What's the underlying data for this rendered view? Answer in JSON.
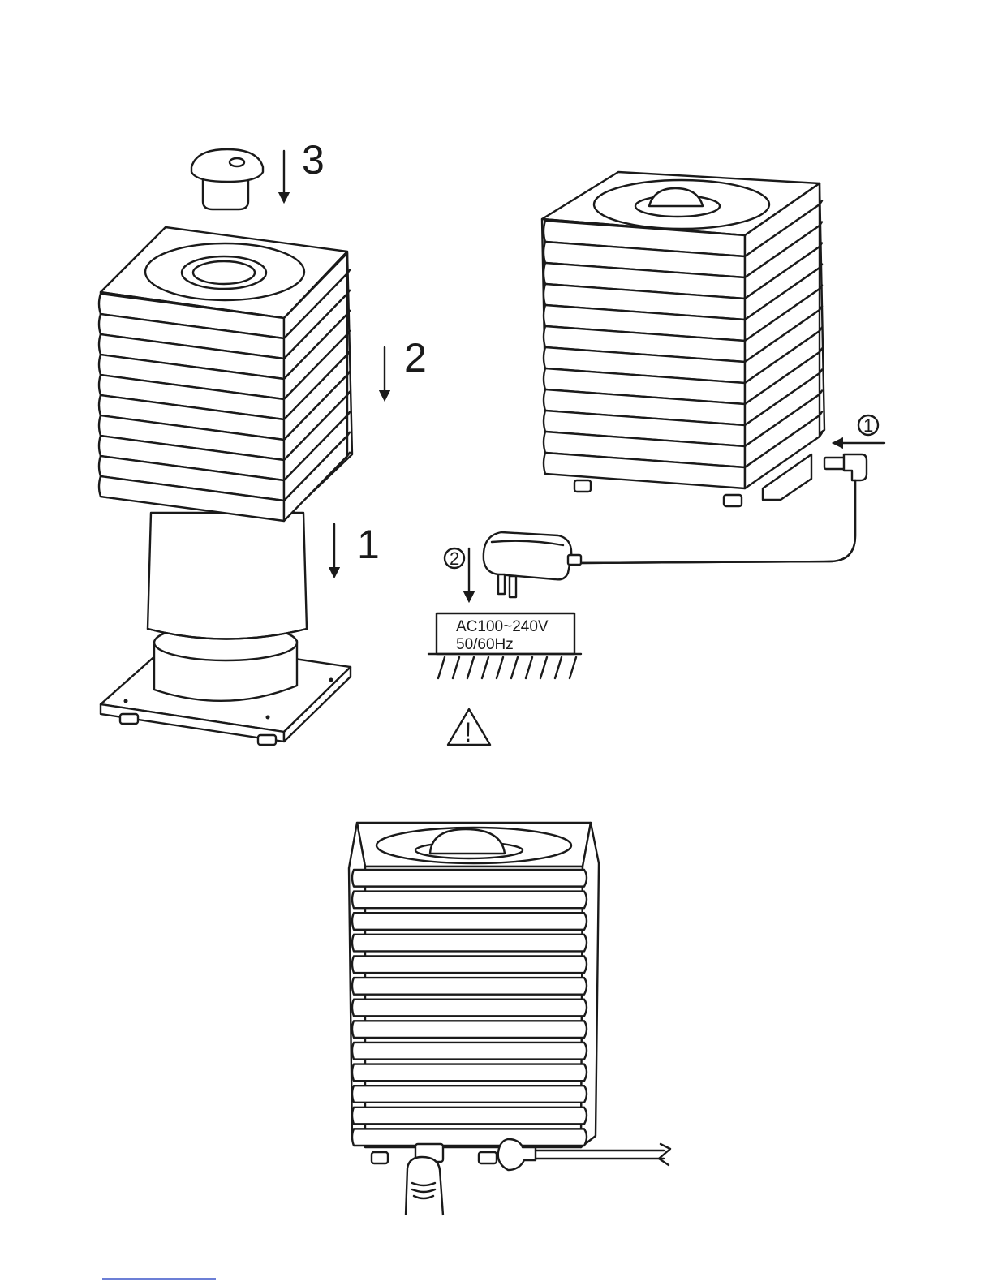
{
  "figure": {
    "assembly_steps": [
      {
        "id": "cap",
        "label": "3"
      },
      {
        "id": "cover",
        "label": "2"
      },
      {
        "id": "tank",
        "label": "1"
      }
    ],
    "connection_steps": [
      {
        "id": "plug-into-unit",
        "label": "①"
      },
      {
        "id": "plug-into-socket",
        "label": "②"
      }
    ],
    "power_rating": {
      "voltage": "AC100~240V",
      "frequency": "50/60Hz"
    },
    "warning_symbol": "!",
    "icons": [
      "down-arrow-icon",
      "left-arrow-icon",
      "warning-triangle-icon",
      "power-adapter-icon",
      "finger-icon"
    ],
    "colors": {
      "line": "#1a1a1a",
      "background": "#ffffff",
      "footer_link": "#3b55c9"
    }
  }
}
